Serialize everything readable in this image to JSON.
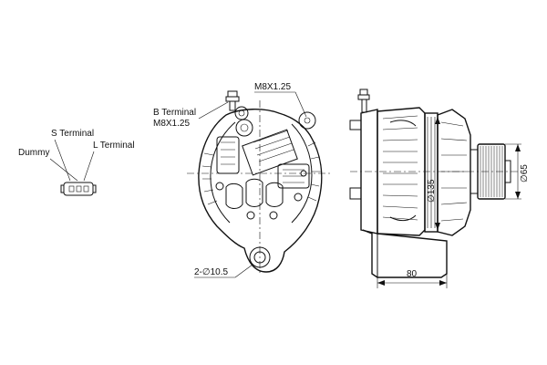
{
  "labels": {
    "s_terminal": "S Terminal",
    "dummy": "Dummy",
    "l_terminal": "L Terminal",
    "b_terminal": "B Terminal",
    "b_thread": "M8X1.25",
    "top_thread": "M8X1.25",
    "mount_holes": "2-∅10.5",
    "diameter_body": "∅135",
    "diameter_pulley": "∅65",
    "length": "80"
  }
}
